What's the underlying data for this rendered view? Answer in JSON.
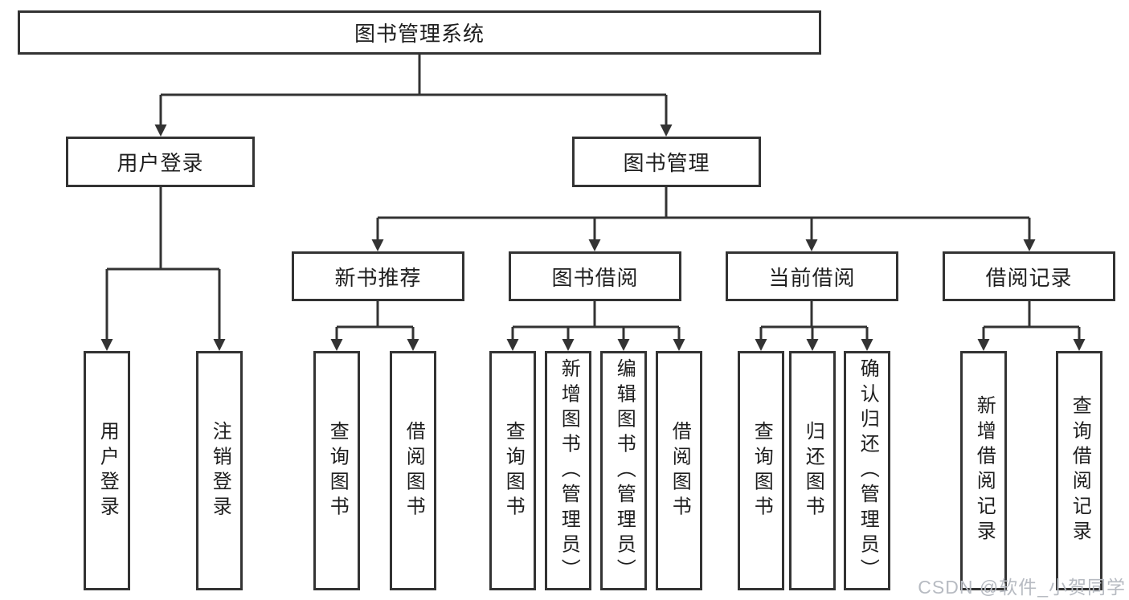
{
  "tree": {
    "label": "图书管理系统",
    "children": [
      {
        "label": "用户登录",
        "children": [
          {
            "label": "用户登录"
          },
          {
            "label": "注销登录"
          }
        ]
      },
      {
        "label": "图书管理",
        "children": [
          {
            "label": "新书推荐",
            "children": [
              {
                "label": "查询图书"
              },
              {
                "label": "借阅图书"
              }
            ]
          },
          {
            "label": "图书借阅",
            "children": [
              {
                "label": "查询图书"
              },
              {
                "label": "新增图书（管理员）"
              },
              {
                "label": "编辑图书（管理员）"
              },
              {
                "label": "借阅图书"
              }
            ]
          },
          {
            "label": "当前借阅",
            "children": [
              {
                "label": "查询图书"
              },
              {
                "label": "归还图书"
              },
              {
                "label": "确认归还（管理员）"
              }
            ]
          },
          {
            "label": "借阅记录",
            "children": [
              {
                "label": "新增借阅记录"
              },
              {
                "label": "查询借阅记录"
              }
            ]
          }
        ]
      }
    ]
  },
  "watermark": {
    "text": "CSDN @软件_小贺同学"
  },
  "colors": {
    "box_border": "#333333",
    "connector": "#333333",
    "text": "#1e1e1e",
    "watermark": "#b7bbc2",
    "background": "#ffffff"
  }
}
